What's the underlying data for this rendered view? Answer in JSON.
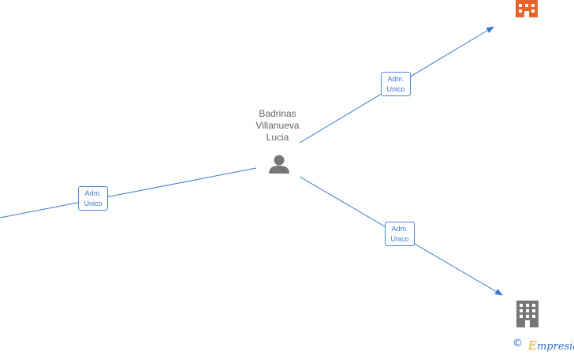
{
  "person": {
    "name": "Badrinas\nVillanueva\nLucia",
    "icon": "person-icon"
  },
  "roles": [
    {
      "line1": "Adm.",
      "line2": "Unico"
    },
    {
      "line1": "Adm.",
      "line2": "Unico"
    },
    {
      "line1": "Adm.",
      "line2": "Unico"
    }
  ],
  "companies": [
    {
      "icon": "building-icon",
      "color": "#e8622a"
    },
    {
      "icon": "building-icon",
      "color": "#777777"
    }
  ],
  "colors": {
    "edge": "#3a78cf",
    "person": "#777777"
  },
  "footer": {
    "copyright": "©",
    "brand_initial": "E",
    "brand_rest": "mpresia"
  }
}
